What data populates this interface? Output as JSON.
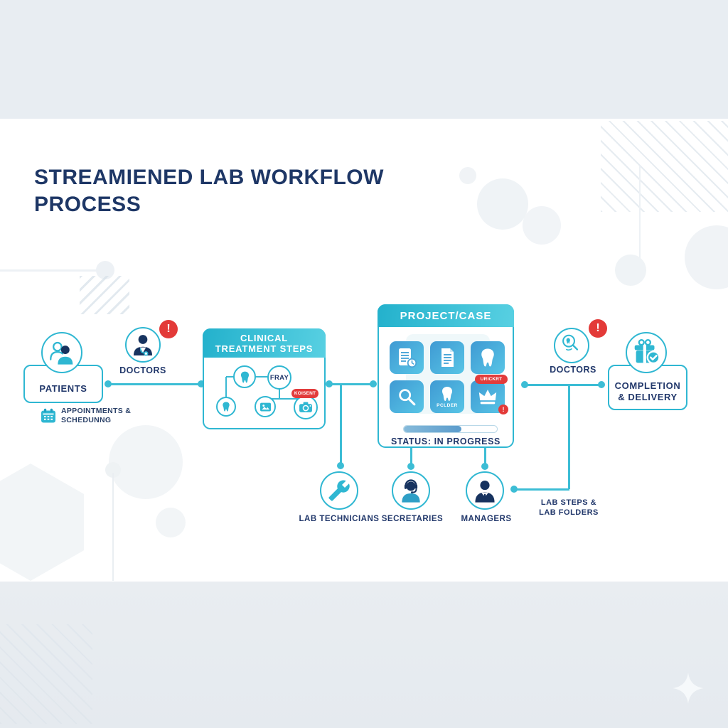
{
  "title": {
    "line1": "STREAMIENED LAB WORKFLOW",
    "line2": "PROCESS"
  },
  "colors": {
    "accent_teal": "#2fb7d2",
    "navy_text": "#1e3766",
    "alert_red": "#e33a38",
    "tile_blue": "#4aa6d8",
    "band_gray": "#e8edf2",
    "progress_fill": "#6aa9d2"
  },
  "badge_glyph": "!",
  "nodes": {
    "patients": {
      "label": "PATIENTS",
      "icon": "patients-icon",
      "note_icon": "calendar-icon",
      "note_line1": "APPOINTMENTS &",
      "note_line2": "SCHEDUNNG"
    },
    "doctors_left": {
      "label": "DOCTORS",
      "icon": "doctor-icon"
    },
    "clinical": {
      "header_line1": "CLINICAL",
      "header_line2": "TREATMENT STEPS",
      "xray_label": "FRAY",
      "consent_badge": "KOISENT",
      "icons": [
        "tooth-icon",
        "xray-circle",
        "tooth-icon",
        "image-icon",
        "camera-icon"
      ]
    },
    "project": {
      "header": "PROJECT/CASE",
      "tiles": [
        "document-clock-icon",
        "document-icon",
        "tooth-icon",
        "magnifier-icon",
        "tooth-folder-icon",
        "crown-icon"
      ],
      "folder_label": "PCLDER",
      "urgent_badge": "URICKRT",
      "status": "STATUS: IN PROGRESS",
      "progress_pct": 62
    },
    "doctors_right": {
      "label": "DOCTORS",
      "icon": "tooth-magnifier-icon"
    },
    "completion": {
      "label_line1": "COMPLETION",
      "label_line2": "& DELIVERY",
      "icon": "gift-check-icon"
    },
    "lab_technicians": {
      "label": "LAB TECHNICIANS",
      "icon": "wrench-icon"
    },
    "secretaries": {
      "label": "SECRETARIES",
      "icon": "headset-person-icon"
    },
    "managers": {
      "label": "MANAGERS",
      "icon": "suit-person-icon"
    },
    "lab_steps_note": {
      "line1": "LAB STEPS &",
      "line2": "LAB FOLDERS"
    }
  },
  "icons": {
    "patients-icon": "two people silhouettes",
    "doctor-icon": "doctor with stethoscope",
    "calendar-icon": "calendar grid",
    "tooth-icon": "molar tooth",
    "image-icon": "photo with mountains",
    "camera-icon": "camera",
    "document-icon": "document with text lines",
    "document-clock-icon": "document with clock",
    "magnifier-icon": "magnifying glass",
    "crown-icon": "dental crown",
    "gift-check-icon": "gift box with checkmark",
    "tooth-magnifier-icon": "magnifier over tooth",
    "wrench-icon": "wrench",
    "headset-person-icon": "person with headset",
    "suit-person-icon": "person in suit",
    "alert-icon": "exclamation mark",
    "sparkle-icon": "four point star"
  }
}
